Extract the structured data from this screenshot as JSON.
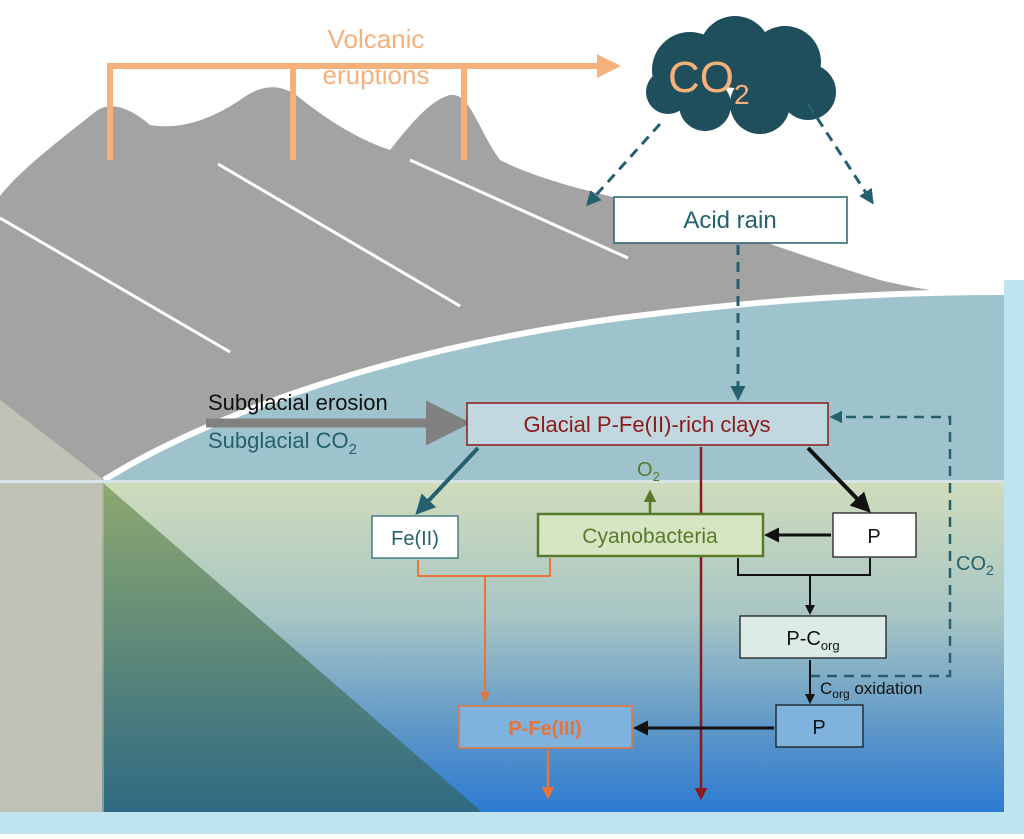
{
  "labels": {
    "volcanic_line1": "Volcanic",
    "volcanic_line2": "eruptions",
    "co2_cloud": "CO",
    "co2_cloud_sub": "2",
    "acid_rain": "Acid rain",
    "subglacial_erosion": "Subglacial erosion",
    "subglacial_co2": "Subglacial CO",
    "subglacial_co2_sub": "2",
    "glacial_clays": "Glacial P-Fe(II)-rich clays",
    "o2": "O",
    "o2_sub": "2",
    "fe2": "Fe(II)",
    "cyanobacteria": "Cyanobacteria",
    "p_top": "P",
    "co2_right": "CO",
    "co2_right_sub": "2",
    "p_corg": "P-C",
    "p_corg_sub": "org",
    "corg_oxidation_main": "C",
    "corg_oxidation_sub": "org",
    "corg_oxidation_rest": " oxidation",
    "p_bottom": "P",
    "p_fe3": "P-Fe(III)"
  },
  "colors": {
    "volcanic": "#f6b07a",
    "co2_cloud": "#1f4e5c",
    "teal_arrow": "#25606f",
    "clays_text": "#8b1a1a",
    "cyano": "#5a7a2a",
    "orange": "#e8743b",
    "mountain": "#a3a3a3",
    "glacier": "#9fc3cc"
  }
}
